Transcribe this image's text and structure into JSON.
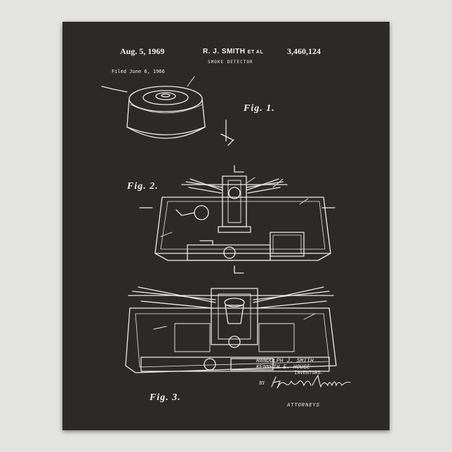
{
  "header": {
    "date": "Aug. 5, 1969",
    "inventor": "R. J. SMITH",
    "et_al": "ET AL",
    "patent_number": "3,460,124",
    "title": "SMOKE DETECTOR",
    "filed": "Filed June 6, 1966"
  },
  "figures": {
    "fig1": "Fig. 1.",
    "fig2": "Fig. 2.",
    "fig3": "Fig. 3."
  },
  "inventors": {
    "name1": "RANDOLPH J. SMITH",
    "name2": "KENNETH E. HOUSE",
    "label": "INVENTORS."
  },
  "attorney": {
    "by": "BY",
    "signature": "Hazard & Miller",
    "label": "ATTORNEYS"
  },
  "colors": {
    "wall": "#e3e3e2",
    "chalkboard": "#2b2a28",
    "chalk": "#f2f2ef"
  }
}
